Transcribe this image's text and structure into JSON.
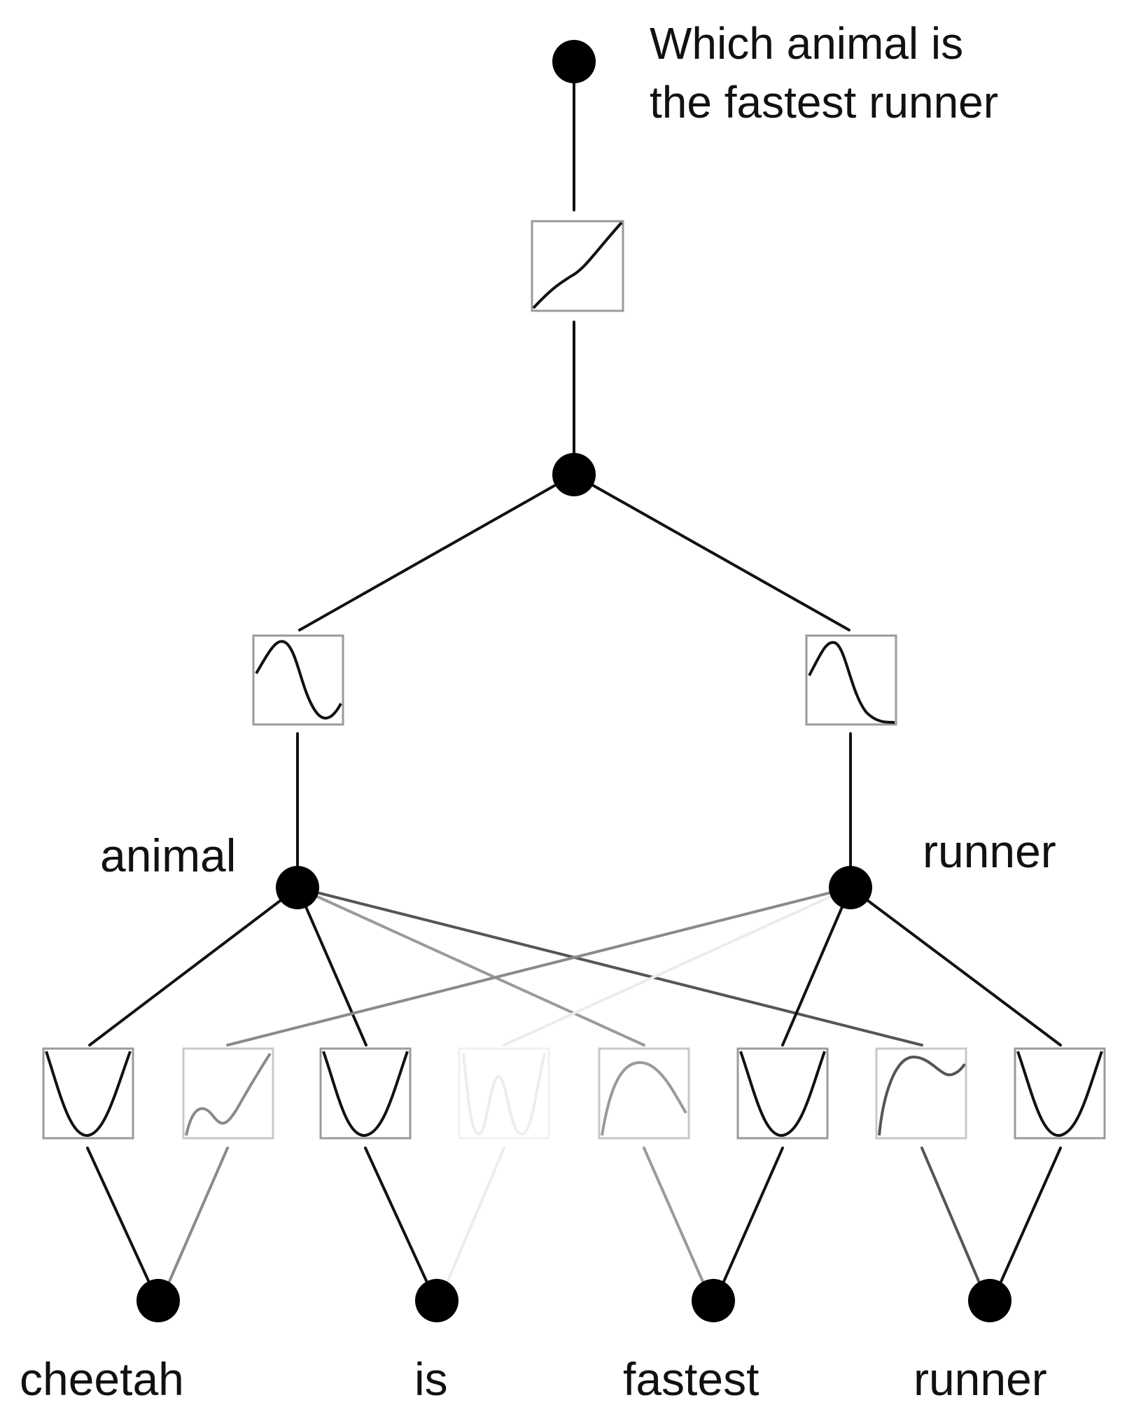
{
  "labels": {
    "top_line1": "Which animal is",
    "top_line2": "the fastest runner",
    "animal": "animal",
    "runner_mid": "runner",
    "leaves": [
      "cheetah",
      "is",
      "fastest",
      "runner"
    ]
  },
  "colors": {
    "ink": "#111111",
    "box_border": "#9a9a9a"
  }
}
